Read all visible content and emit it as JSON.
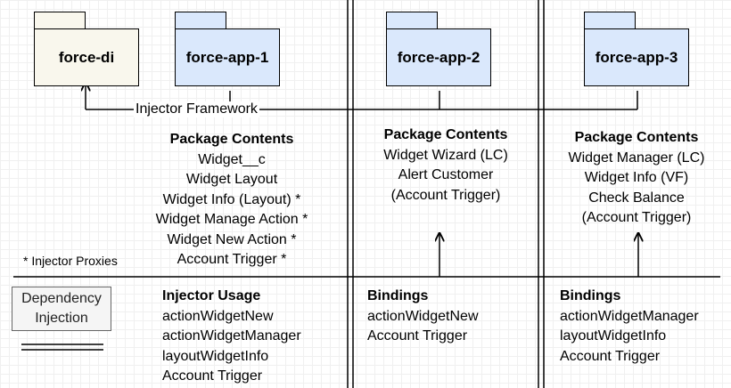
{
  "packages": {
    "force_di": "force-di",
    "force_app_1": "force-app-1",
    "force_app_2": "force-app-2",
    "force_app_3": "force-app-3"
  },
  "injector_framework_label": "Injector Framework",
  "injector_proxies_note": "* Injector Proxies",
  "dependency_injection_box": {
    "line1": "Dependency",
    "line2": "Injection"
  },
  "app1": {
    "contents_title": "Package Contents",
    "contents": [
      "Widget__c",
      "Widget Layout",
      "Widget Info (Layout) *",
      "Widget Manage Action *",
      "Widget New Action *",
      "Account Trigger *"
    ],
    "usage_title": "Injector Usage",
    "usage": [
      "actionWidgetNew",
      "actionWidgetManager",
      "layoutWidgetInfo",
      "Account Trigger"
    ]
  },
  "app2": {
    "contents_title": "Package Contents",
    "contents": [
      "Widget Wizard (LC)",
      "Alert Customer",
      "(Account Trigger)"
    ],
    "bindings_title": "Bindings",
    "bindings": [
      "actionWidgetNew",
      "Account Trigger"
    ]
  },
  "app3": {
    "contents_title": "Package Contents",
    "contents": [
      "Widget Manager (LC)",
      "Widget Info (VF)",
      "Check Balance",
      "(Account Trigger)"
    ],
    "bindings_title": "Bindings",
    "bindings": [
      "actionWidgetManager",
      "layoutWidgetInfo",
      "Account Trigger"
    ]
  },
  "colors": {
    "app_package_fill": "#dae8fc",
    "di_package_fill": "#f9f7ed",
    "di_box_fill": "#f5f5f5",
    "stroke": "#000000"
  }
}
